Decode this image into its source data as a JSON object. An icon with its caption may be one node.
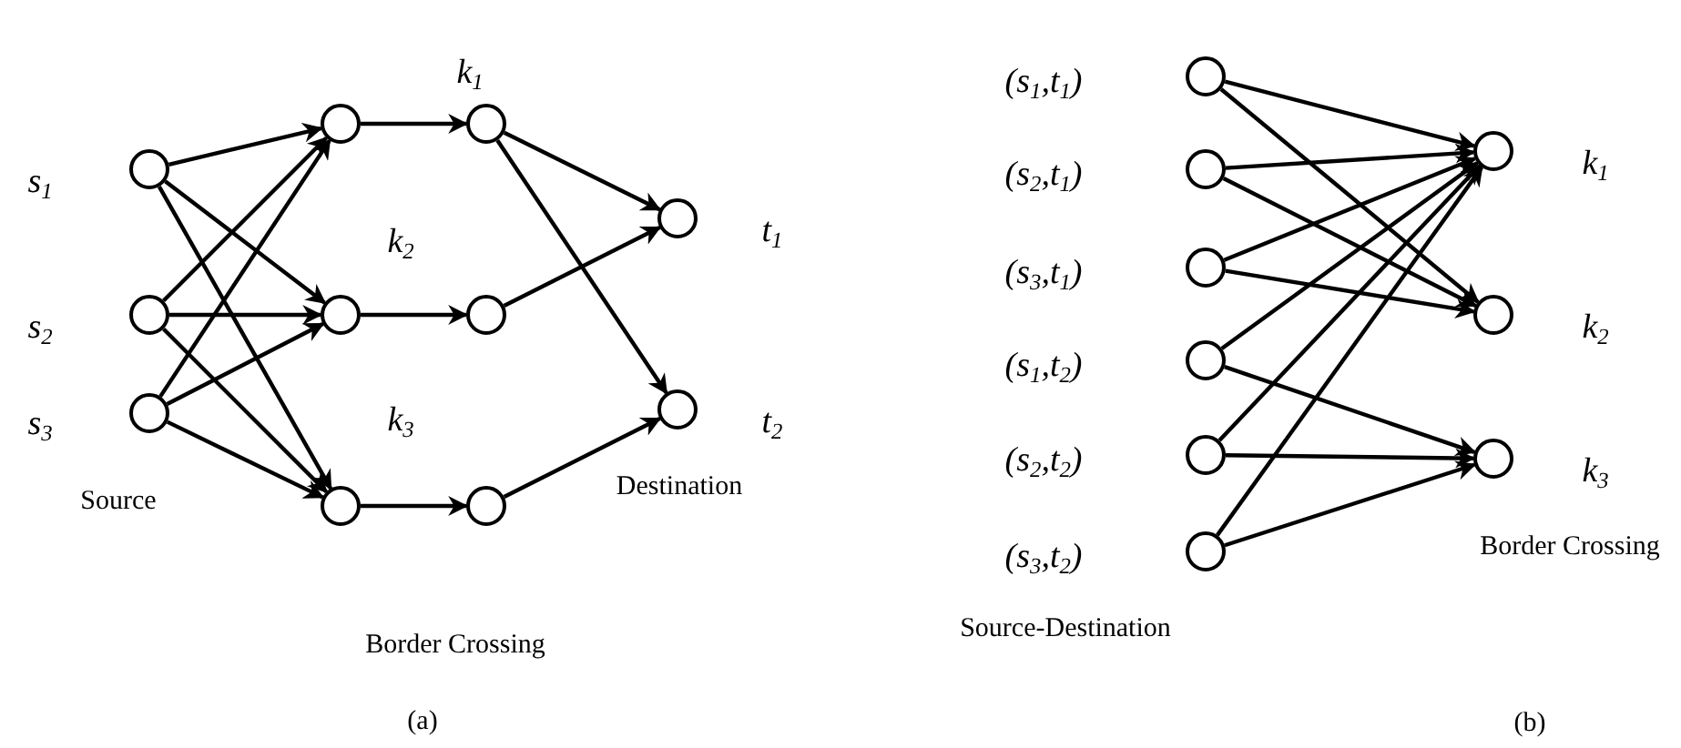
{
  "diagram": {
    "nodes": [
      {
        "text": [],
        "shape": "circle",
        "beside": [
          "s$_{1}$"
        ]
      },
      {
        "text": [],
        "shape": "circle",
        "beside": [
          "s$_{2}$"
        ]
      },
      {
        "text": [],
        "shape": "circle",
        "beside": [
          "s$_{3}$"
        ]
      },
      {
        "text": [],
        "shape": "circle"
      },
      {
        "text": [],
        "shape": "circle"
      },
      {
        "text": [],
        "shape": "circle"
      },
      {
        "text": [],
        "shape": "circle"
      },
      {
        "text": [],
        "shape": "circle"
      },
      {
        "text": [],
        "shape": "circle"
      },
      {
        "text": [],
        "shape": "circle",
        "beside": [
          "t$_{1}$"
        ]
      },
      {
        "text": [],
        "shape": "circle",
        "beside": [
          "t$_{2}$"
        ]
      },
      {
        "text": [],
        "shape": "circle",
        "beside": [
          "(s$_{1}$,t$_{1}$)"
        ]
      },
      {
        "text": [],
        "shape": "circle",
        "beside": [
          "(s$_{2}$,t$_{1}$)"
        ]
      },
      {
        "text": [],
        "shape": "circle",
        "beside": [
          "(s$_{3}$,t$_{1}$)"
        ]
      },
      {
        "text": [],
        "shape": "circle",
        "beside": [
          "(s$_{1}$,t$_{2}$)"
        ]
      },
      {
        "text": [],
        "shape": "circle",
        "beside": [
          "(s$_{2}$,t$_{2}$)"
        ]
      },
      {
        "text": [],
        "shape": "circle",
        "beside": [
          "(s$_{3}$,t$_{2}$)"
        ]
      },
      {
        "text": [],
        "shape": "circle",
        "beside": [
          "k$_{1}$"
        ]
      },
      {
        "text": [],
        "shape": "circle",
        "beside": [
          "k$_{2}$"
        ]
      },
      {
        "text": [],
        "shape": "circle",
        "beside": [
          "k$_{3}$"
        ]
      }
    ],
    "edges": [
      {
        "from": 0,
        "to": 3,
        "arrow": "to"
      },
      {
        "from": 0,
        "to": 5,
        "arrow": "to"
      },
      {
        "from": 0,
        "to": 7,
        "arrow": "to"
      },
      {
        "from": 1,
        "to": 3,
        "arrow": "to"
      },
      {
        "from": 1,
        "to": 5,
        "arrow": "to"
      },
      {
        "from": 1,
        "to": 7,
        "arrow": "to"
      },
      {
        "from": 2,
        "to": 3,
        "arrow": "to"
      },
      {
        "from": 2,
        "to": 5,
        "arrow": "to"
      },
      {
        "from": 2,
        "to": 7,
        "arrow": "to"
      },
      {
        "from": 3,
        "to": 4,
        "arrow": "to"
      },
      {
        "from": 5,
        "to": 6,
        "arrow": "to"
      },
      {
        "from": 7,
        "to": 8,
        "arrow": "to"
      },
      {
        "from": 4,
        "to": 9,
        "arrow": "to"
      },
      {
        "from": 4,
        "to": 10,
        "arrow": "to"
      },
      {
        "from": 6,
        "to": 9,
        "arrow": "to"
      },
      {
        "from": 8,
        "to": 10,
        "arrow": "to"
      },
      {
        "from": 11,
        "to": 17,
        "arrow": "to"
      },
      {
        "from": 11,
        "to": 18,
        "arrow": "to"
      },
      {
        "from": 12,
        "to": 17,
        "arrow": "to"
      },
      {
        "from": 12,
        "to": 18,
        "arrow": "to"
      },
      {
        "from": 13,
        "to": 17,
        "arrow": "to"
      },
      {
        "from": 13,
        "to": 18,
        "arrow": "to"
      },
      {
        "from": 14,
        "to": 17,
        "arrow": "to"
      },
      {
        "from": 14,
        "to": 19,
        "arrow": "to"
      },
      {
        "from": 15,
        "to": 17,
        "arrow": "to"
      },
      {
        "from": 15,
        "to": 19,
        "arrow": "to"
      },
      {
        "from": 16,
        "to": 17,
        "arrow": "to"
      },
      {
        "from": 16,
        "to": 19,
        "arrow": "to"
      }
    ],
    "labels": [
      "k$_{1}$",
      "k$_{2}$",
      "k$_{3}$",
      "Source",
      "Destination",
      "Border Crossing",
      "(a)",
      "Source-Destination",
      "Border Crossing",
      "(b)"
    ]
  }
}
